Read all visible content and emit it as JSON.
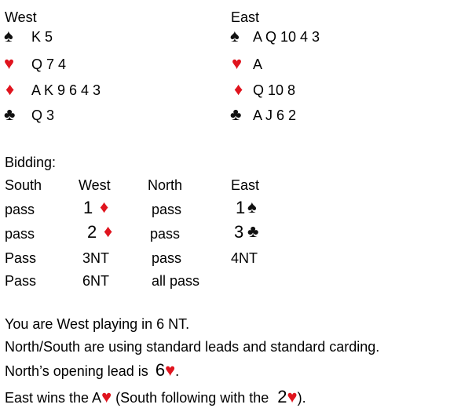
{
  "west": {
    "title": "West",
    "spades": "K 5",
    "hearts": "Q 7 4",
    "diamonds": "A K 9 6 4 3",
    "clubs": "Q 3"
  },
  "east": {
    "title": "East",
    "spades": "A Q 10 4 3",
    "hearts": "A",
    "diamonds": "Q 10 8",
    "clubs": "A J 6 2"
  },
  "bidding": {
    "title": "Bidding:",
    "headers": [
      "South",
      "West",
      "North",
      "East"
    ],
    "rows": [
      [
        "pass",
        "1",
        "pass",
        "1"
      ],
      [
        "pass",
        "2",
        "pass",
        "3"
      ],
      [
        "Pass",
        "3NT",
        "pass",
        "4NT"
      ],
      [
        "Pass",
        "6NT",
        "all pass",
        ""
      ]
    ]
  },
  "text": {
    "line1": "You are West playing in 6 NT.",
    "line2": "North/South are using standard leads and standard carding.",
    "line3a": "North’s opening lead is",
    "line3b": "6",
    "line3c": ".",
    "line4a": "East wins the A",
    "line4b": "(South following with the",
    "line4c": "2",
    "line4d": ")."
  },
  "colors": {
    "red": "#e0141e",
    "black": "#111111"
  }
}
